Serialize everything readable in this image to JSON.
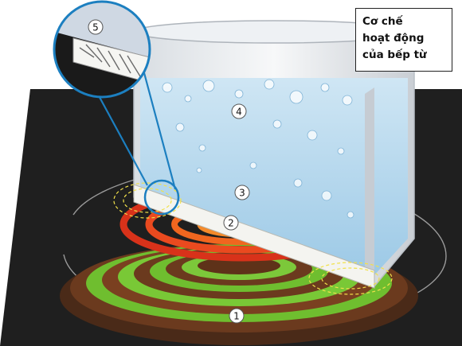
{
  "title_box": {
    "lines": [
      "Cơ chế",
      "hoạt động",
      "của bếp từ"
    ]
  },
  "callouts": [
    "1",
    "2",
    "3",
    "4",
    "5"
  ],
  "colors": {
    "cooktop": "#1e1e1e",
    "coil_dark": "#6b3a1e",
    "coil_green": "#6fbe2f",
    "hot_ring": "#e5391c",
    "water": "#a9d2ea",
    "pot_wall": "#e9ecef",
    "magnetic_field": "#f1e14a"
  },
  "icons": [
    "magnifier-circle-icon",
    "zoom-inset-icon"
  ]
}
